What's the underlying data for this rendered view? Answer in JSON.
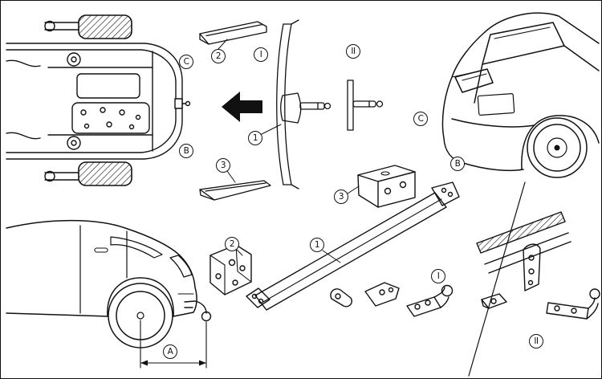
{
  "colors": {
    "line": "#111111",
    "background": "#ffffff",
    "arrow_fill": "#111111"
  },
  "callouts": {
    "underbody_point_c": "C",
    "underbody_point_b": "B",
    "exploded_part_2": "2",
    "exploded_variant_i": "I",
    "exploded_variant_ii": "II",
    "exploded_part_1": "1",
    "exploded_part_3": "3",
    "bracket_part_3": "3",
    "rear_point_c": "C",
    "rear_point_b": "B",
    "assembly_part_2": "2",
    "assembly_part_1": "1",
    "assembly_variant_i": "I",
    "detail_variant_ii": "II",
    "dimension_a": "A"
  }
}
